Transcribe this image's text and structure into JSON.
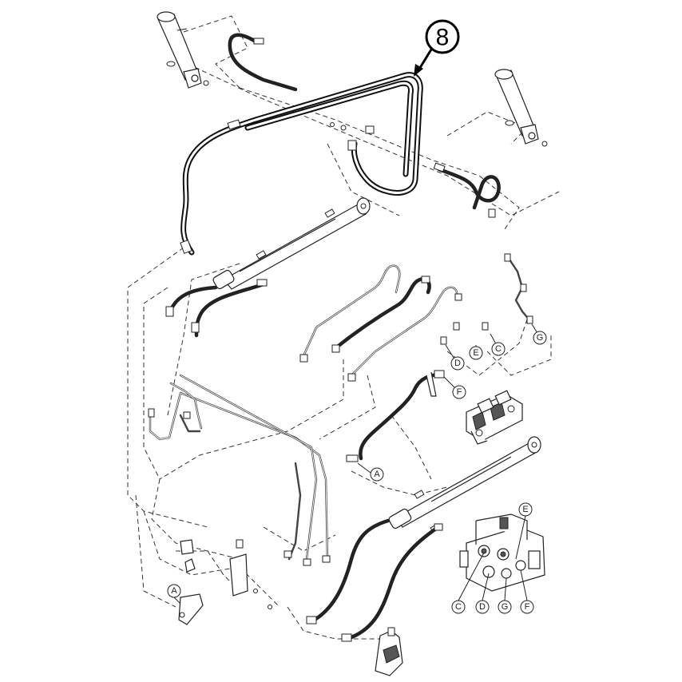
{
  "main_callout": {
    "label": "8"
  },
  "callouts": [
    {
      "id": "e-top",
      "label": "E"
    },
    {
      "id": "c-top",
      "label": "C"
    },
    {
      "id": "g-top",
      "label": "G"
    },
    {
      "id": "d-top",
      "label": "D"
    },
    {
      "id": "f-top",
      "label": "F"
    },
    {
      "id": "a-mid",
      "label": "A"
    },
    {
      "id": "e-valve",
      "label": "E"
    },
    {
      "id": "a-bottom",
      "label": "A"
    },
    {
      "id": "c-valve",
      "label": "C"
    },
    {
      "id": "d-valve",
      "label": "D"
    },
    {
      "id": "g-valve",
      "label": "G"
    },
    {
      "id": "f-valve",
      "label": "F"
    }
  ]
}
